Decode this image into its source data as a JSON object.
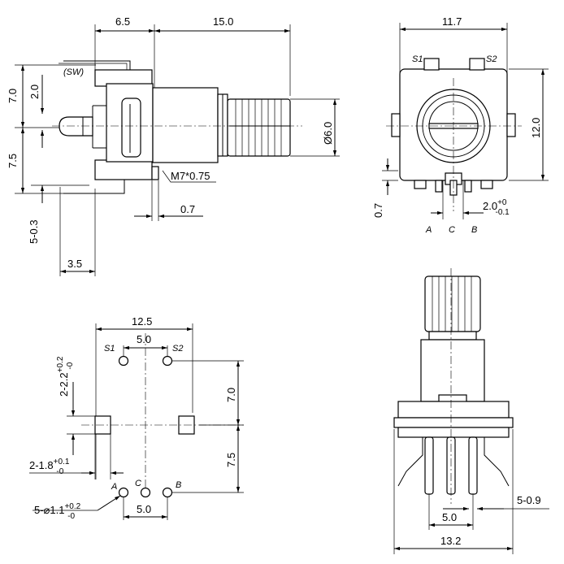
{
  "side_view": {
    "dim_6_5": "6.5",
    "dim_15_0": "15.0",
    "dim_7_0": "7.0",
    "dim_2_0": "2.0",
    "dim_7_5": "7.5",
    "dim_5_0_3": "5-0.3",
    "dim_3_5": "3.5",
    "dim_0_7": "0.7",
    "dim_dia_6_0": "Ø6.0",
    "thread": "M7*0.75",
    "sw_label": "(SW)"
  },
  "front_view": {
    "dim_11_7": "11.7",
    "dim_12_0": "12.0",
    "dim_0_7": "0.7",
    "dim_2_0_base": "2.0",
    "dim_2_0_sup": "+0",
    "dim_2_0_sub": "-0.1",
    "pin_s1": "S1",
    "pin_s2": "S2",
    "pin_a": "A",
    "pin_c": "C",
    "pin_b": "B"
  },
  "pcb_layout": {
    "dim_12_5": "12.5",
    "dim_5_0_top": "5.0",
    "dim_7_0": "7.0",
    "dim_7_5": "7.5",
    "dim_5_0_bottom": "5.0",
    "slot_w_base": "2-2.2",
    "slot_w_sup": "+0.2",
    "slot_w_sub": "-0",
    "slot_h_base": "2-1.8",
    "slot_h_sup": "+0.1",
    "slot_h_sub": "-0",
    "hole_base": "5-⌀1.1",
    "hole_sup": "+0.2",
    "hole_sub": "-0",
    "pin_s1": "S1",
    "pin_s2": "S2",
    "pin_a": "A",
    "pin_c": "C",
    "pin_b": "B"
  },
  "rear_view": {
    "dim_5_0": "5.0",
    "dim_5_0_9": "5-0.9",
    "dim_13_2": "13.2"
  }
}
